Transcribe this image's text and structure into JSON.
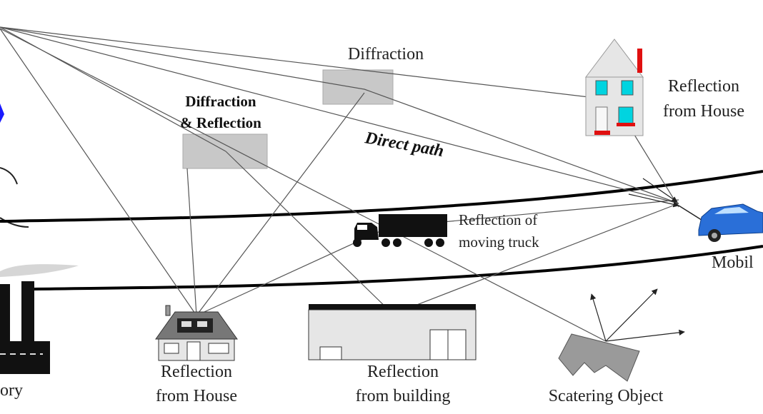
{
  "labels": {
    "diffraction": "Diffraction",
    "diffraction_reflection_1": "Diffraction",
    "diffraction_reflection_2": "& Reflection",
    "direct_path": "Direct path",
    "reflection_house_top_1": "Reflection",
    "reflection_house_top_2": "from House",
    "reflection_truck_1": "Reflection of",
    "reflection_truck_2": "moving truck",
    "mobile": "Mobil",
    "factory": "ory",
    "reflection_house_bottom_1": "Reflection",
    "reflection_house_bottom_2": "from House",
    "reflection_building_1": "Reflection",
    "reflection_building_2": "from building",
    "scattering_object": "Scatering Object"
  },
  "colors": {
    "line": "#555555",
    "road": "#000000",
    "obstacle": "#c8c8c8",
    "house_window": "#00d4e0",
    "house_accent": "#e01010",
    "car": "#2a6fd8",
    "antenna": "#1a1aff"
  }
}
